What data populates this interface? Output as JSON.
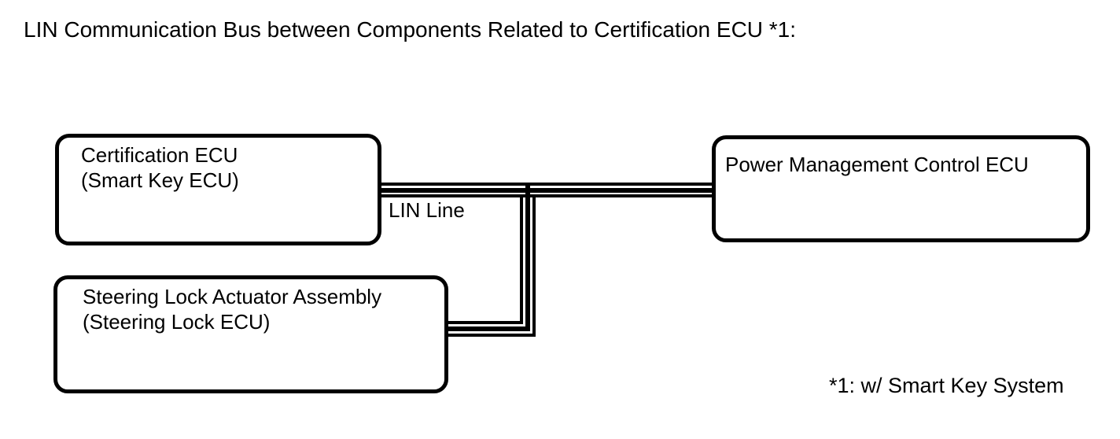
{
  "page": {
    "background": "#ffffff",
    "ink": "#000000"
  },
  "title": "LIN Communication Bus between Components Related to Certification ECU *1:",
  "diagram": {
    "bus_label": "LIN Line",
    "footnote": "*1: w/ Smart Key System",
    "nodes": [
      {
        "id": "certification-ecu",
        "lines": [
          "Certification ECU",
          "(Smart Key ECU)"
        ]
      },
      {
        "id": "power-management-control-ecu",
        "lines": [
          "Power Management Control ECU"
        ]
      },
      {
        "id": "steering-lock-actuator-assembly",
        "lines": [
          "Steering Lock Actuator Assembly",
          "(Steering Lock ECU)"
        ]
      }
    ]
  }
}
